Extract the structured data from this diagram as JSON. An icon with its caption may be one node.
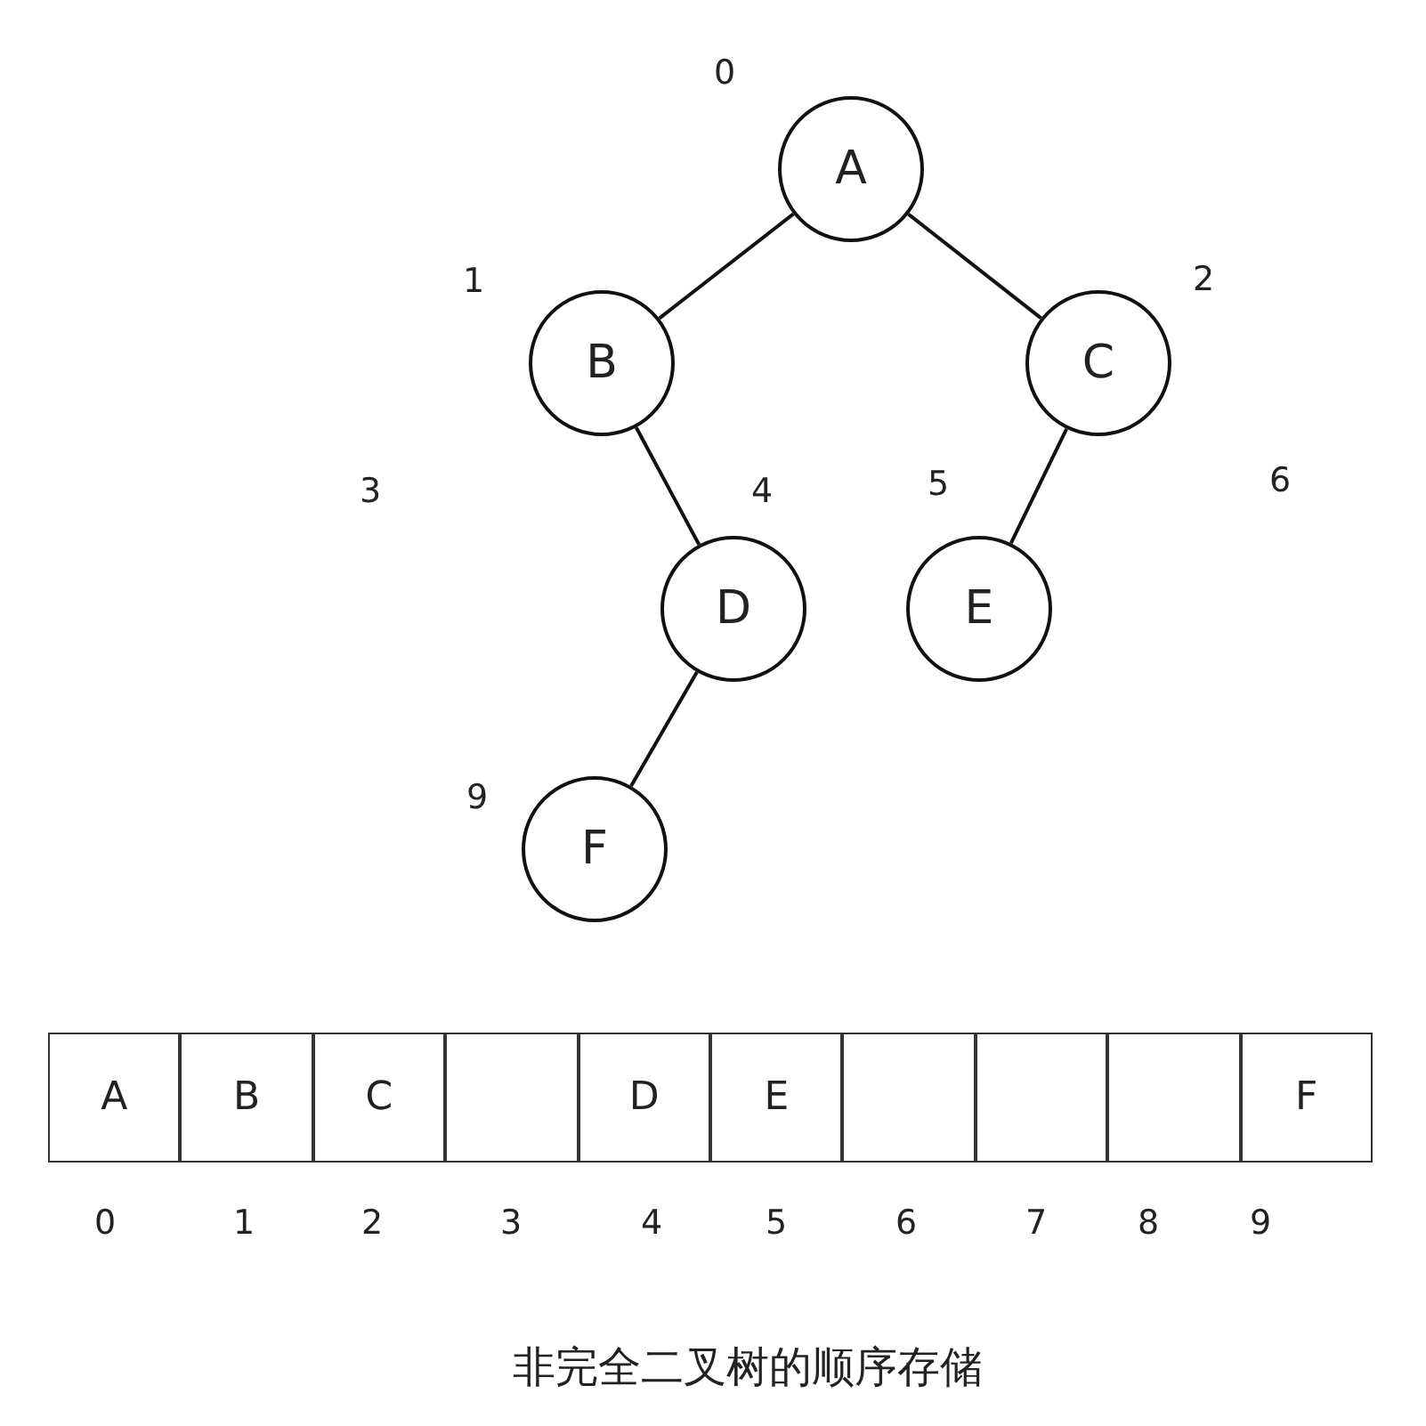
{
  "diagram": {
    "caption": "非完全二叉树的顺序存储",
    "nodes": [
      {
        "text": [
          "A"
        ]
      },
      {
        "text": [
          "B"
        ]
      },
      {
        "text": [
          "C"
        ]
      },
      {
        "text": [
          "D"
        ]
      },
      {
        "text": [
          "E"
        ]
      },
      {
        "text": [
          "F"
        ]
      },
      {
        "text": [
          "A"
        ]
      },
      {
        "text": [
          "B"
        ]
      },
      {
        "text": [
          "C"
        ]
      },
      {
        "text": [],
        "shape": "box"
      },
      {
        "text": [
          "D"
        ]
      },
      {
        "text": [
          "E"
        ]
      },
      {
        "text": [],
        "shape": "box"
      },
      {
        "text": [],
        "shape": "box"
      },
      {
        "text": [],
        "shape": "box"
      },
      {
        "text": [
          "F"
        ]
      }
    ],
    "edges": [
      {
        "from": 0,
        "to": 1,
        "arrow": "none"
      },
      {
        "from": 0,
        "to": 2,
        "arrow": "none"
      },
      {
        "from": 1,
        "to": 3,
        "arrow": "none"
      },
      {
        "from": 2,
        "to": 4,
        "arrow": "none"
      },
      {
        "from": 3,
        "to": 5,
        "arrow": "none"
      }
    ],
    "labels": [
      "0",
      "1",
      "2",
      "3",
      "4",
      "5",
      "6",
      "9",
      "0",
      "1",
      "2",
      "3",
      "4",
      "5",
      "6",
      "7",
      "8",
      "9"
    ]
  }
}
